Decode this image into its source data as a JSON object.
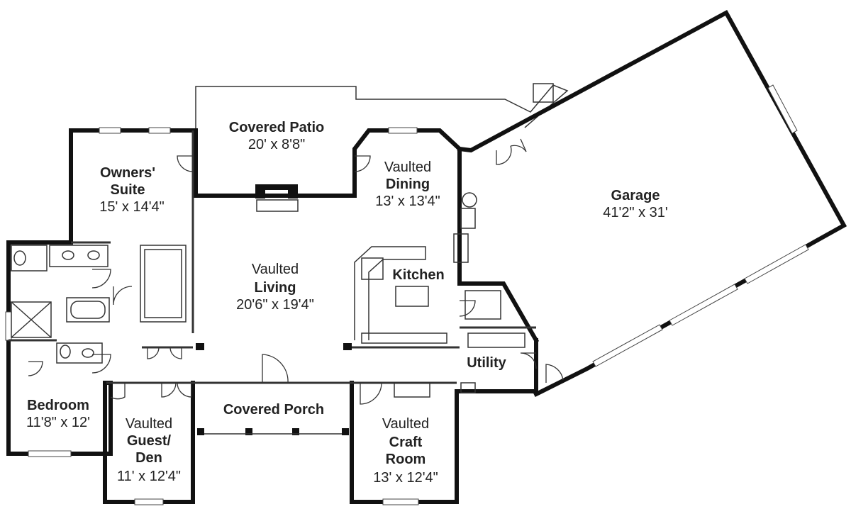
{
  "rooms": {
    "covered_patio": {
      "name": "Covered Patio",
      "dims": "20' x 8'8\""
    },
    "owners_suite": {
      "name_line1": "Owners'",
      "name_line2": "Suite",
      "dims": "15' x 14'4\""
    },
    "dining": {
      "prefix": "Vaulted",
      "name": "Dining",
      "dims": "13' x 13'4\""
    },
    "garage": {
      "name": "Garage",
      "dims": "41'2\" x 31'"
    },
    "living": {
      "prefix": "Vaulted",
      "name": "Living",
      "dims": "20'6\" x 19'4\""
    },
    "kitchen": {
      "name": "Kitchen"
    },
    "utility": {
      "name": "Utility"
    },
    "bedroom": {
      "name": "Bedroom",
      "dims": "11'8\" x 12'"
    },
    "guest_den": {
      "prefix": "Vaulted",
      "name_line1": "Guest/",
      "name_line2": "Den",
      "dims": "11' x 12'4\""
    },
    "covered_porch": {
      "name": "Covered Porch"
    },
    "craft_room": {
      "prefix": "Vaulted",
      "name_line1": "Craft",
      "name_line2": "Room",
      "dims": "13' x 12'4\""
    }
  }
}
